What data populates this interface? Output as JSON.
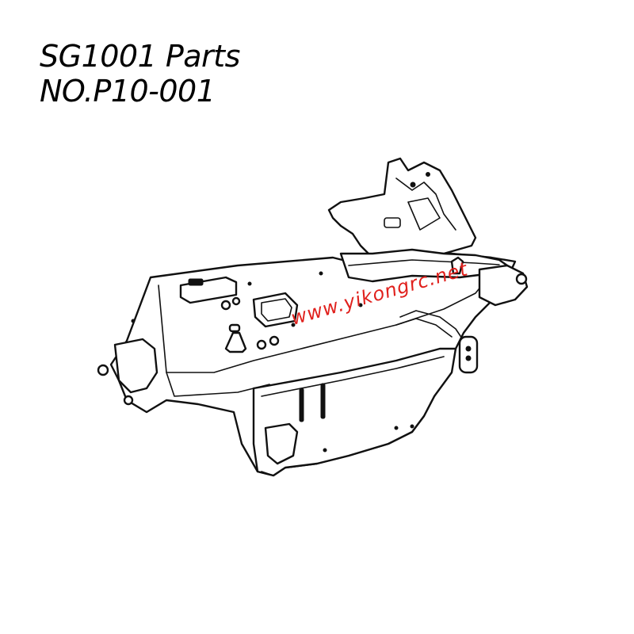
{
  "header": {
    "title_line1": "SG1001 Parts",
    "title_line2": "NO.P10-001"
  },
  "watermark": {
    "text": "www.yikongrc.net",
    "color": "#e0201c"
  },
  "colors": {
    "line": "#111111",
    "background": "#ffffff"
  }
}
